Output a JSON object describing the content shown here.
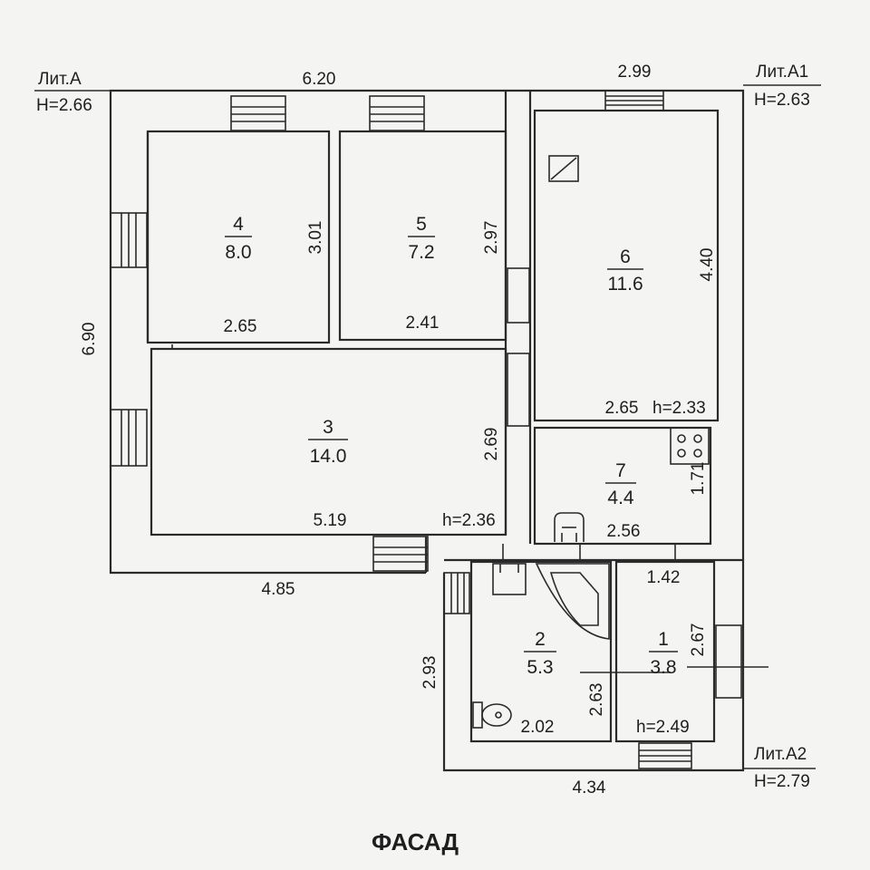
{
  "building_labels": [
    {
      "name": "Лит.А",
      "height": "H=2.66"
    },
    {
      "name": "Лит.А1",
      "height": "H=2.63"
    },
    {
      "name": "Лит.А2",
      "height": "H=2.79"
    }
  ],
  "rooms": [
    {
      "number": "1",
      "area": "3.8"
    },
    {
      "number": "2",
      "area": "5.3"
    },
    {
      "number": "3",
      "area": "14.0"
    },
    {
      "number": "4",
      "area": "8.0"
    },
    {
      "number": "5",
      "area": "7.2"
    },
    {
      "number": "6",
      "area": "11.6"
    },
    {
      "number": "7",
      "area": "4.4"
    }
  ],
  "dimensions": {
    "lit_a_width": "6.20",
    "lit_a1_width": "2.99",
    "lit_a_depth": "6.90",
    "lit_a_bottom": "4.85",
    "lit_a2_bottom": "4.34",
    "lit_a2_depth": "2.93",
    "room4_height": "3.01",
    "room4_width": "2.65",
    "room5_height": "2.97",
    "room5_width": "2.41",
    "room3_height": "2.69",
    "room3_width": "5.19",
    "room3_h": "h=2.36",
    "room6_height": "4.40",
    "room6_width": "2.65",
    "room6_h": "h=2.33",
    "room7_height": "1.71",
    "room7_width": "2.56",
    "room1_top": "1.42",
    "room1_height": "2.67",
    "room1_h": "h=2.49",
    "room2_width": "2.02",
    "room2_height": "2.63"
  },
  "facade_label": "ФАСАД"
}
